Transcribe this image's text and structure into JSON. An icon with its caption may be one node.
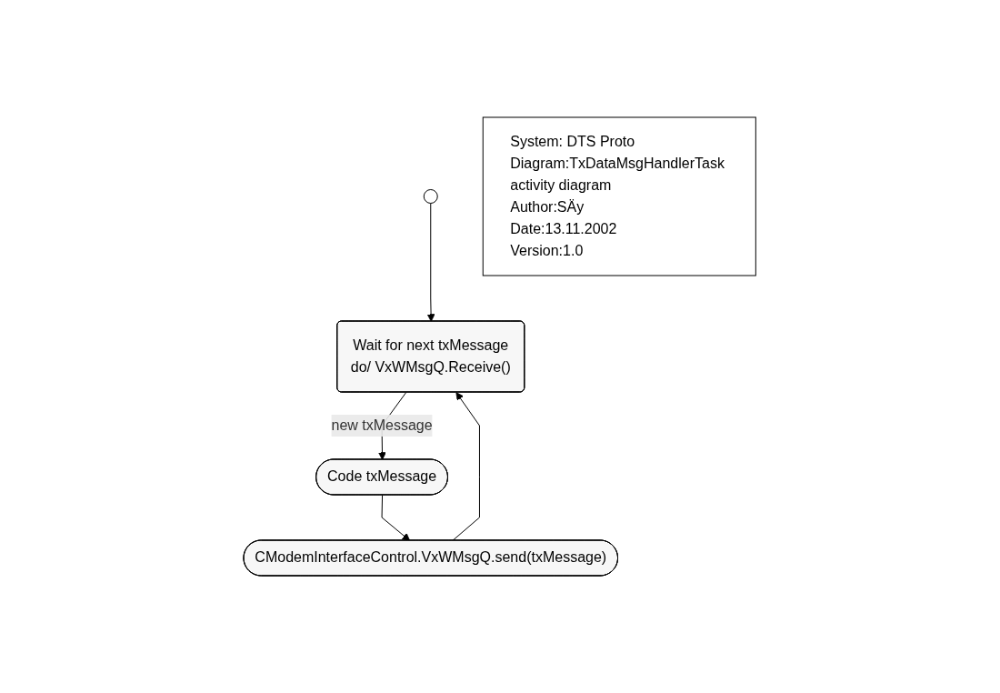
{
  "diagram": {
    "nodes": [
      {
        "text": [],
        "shape": "circle"
      },
      {
        "text": [
          "Wait for next txMessage",
          "do/ VxWMsgQ.Receive()"
        ]
      },
      {
        "text": [
          "Code txMessage"
        ]
      },
      {
        "text": [
          "CModemInterfaceControl.VxWMsgQ.send(txMessage)"
        ]
      },
      {
        "text": [
          "System: DTS Proto",
          "Diagram:TxDataMsgHandlerTask activity diagram",
          "Author:SÄy",
          "Date:13.11.2002",
          "Version:1.0"
        ]
      }
    ],
    "edges": [
      {
        "from": 0,
        "to": 1,
        "arrow": "to"
      },
      {
        "from": 1,
        "to": 2,
        "arrow": "to",
        "label": "new txMessage"
      },
      {
        "from": 2,
        "to": 3,
        "arrow": "to"
      },
      {
        "from": 3,
        "to": 1,
        "arrow": "to"
      }
    ]
  }
}
